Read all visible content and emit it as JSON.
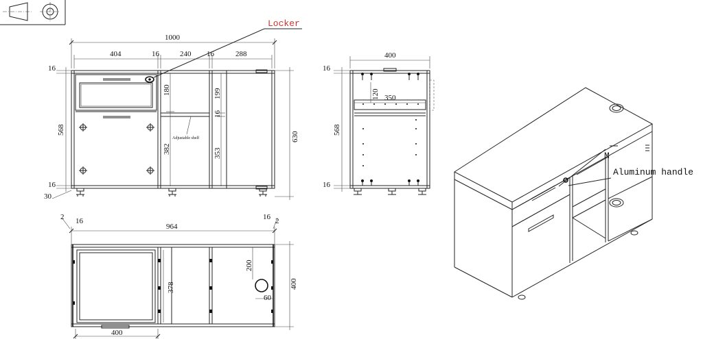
{
  "callouts": {
    "locker": "Locker",
    "aluminum_handle": "Aluminum handle",
    "m_label": "M"
  },
  "front_view": {
    "overall_width": "1000",
    "seg_left": "404",
    "seg_t1": "16",
    "seg_mid": "240",
    "seg_t2": "16",
    "seg_right": "288",
    "top_thk": "16",
    "bottom_thk": "16",
    "left_height": "568",
    "plinth": "30",
    "mid_upper": "180",
    "mid_lower": "382",
    "right_upper": "199",
    "shelf_thk": "16",
    "right_lower": "353",
    "overall_height": "630",
    "shelf_note": "Adjustable shelf"
  },
  "side_view": {
    "depth": "400",
    "top_thk": "16",
    "height": "568",
    "bottom_thk": "16",
    "drawer_h": "120",
    "drawer_w": "350"
  },
  "plan_view": {
    "gap_l": "2",
    "thk_l": "16",
    "inner_width": "964",
    "thk_r": "16",
    "gap_r": "2",
    "drawer_depth": "378",
    "hole_offset": "200",
    "hole_dia": "60",
    "depth": "400",
    "drawer_width": "400"
  }
}
